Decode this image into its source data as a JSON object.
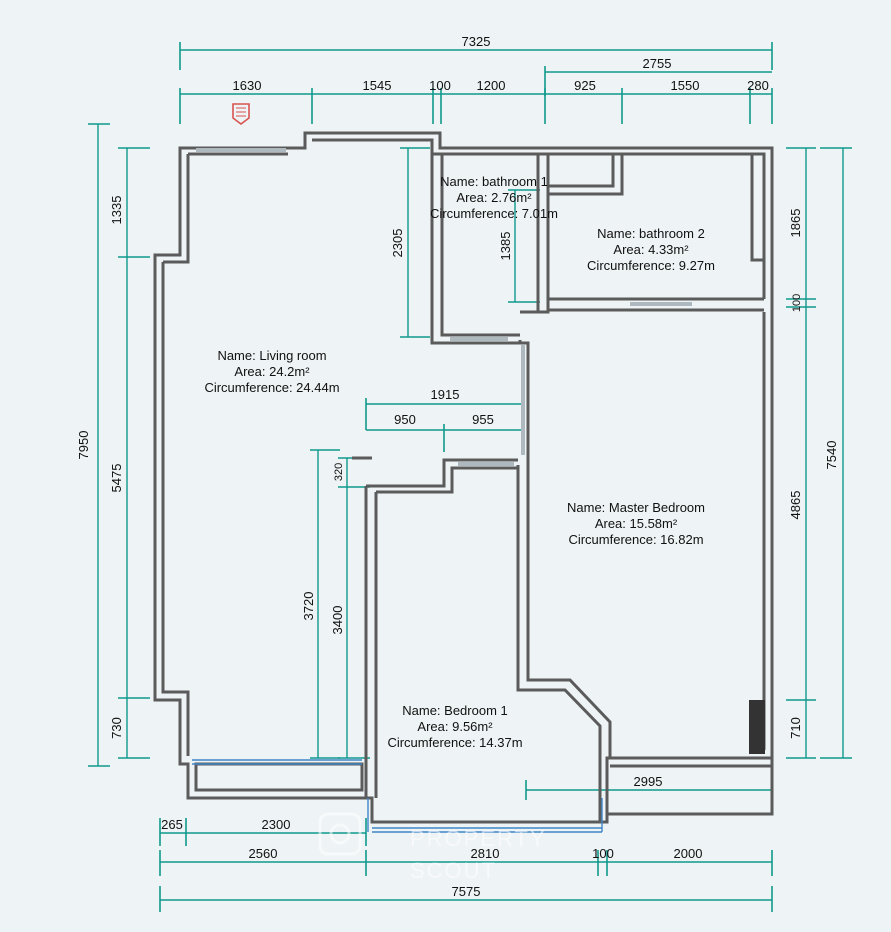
{
  "dimensions": {
    "top_total": "7325",
    "top_right_total": "2755",
    "top_segments": [
      "1630",
      "1545",
      "100",
      "1200",
      "925",
      "1550",
      "280"
    ],
    "bottom_row1": [
      "265",
      "2300"
    ],
    "bottom_row2": [
      "2560",
      "2810",
      "100",
      "2000"
    ],
    "bottom_total": "7575",
    "left_total": "7950",
    "left_segments": [
      "1335",
      "5475",
      "730"
    ],
    "right_total": "7540",
    "right_segments": [
      "1865",
      "100",
      "4865",
      "710"
    ],
    "living_height": "2305",
    "bathroom1_height": "1385",
    "corridor_width": "1915",
    "corridor_segments": [
      "950",
      "955"
    ],
    "bedroom_offset": "320",
    "living_lower": "3720",
    "bedroom_lower": "3400",
    "balcony_width": "2995"
  },
  "rooms": {
    "bathroom1": {
      "name": "Name: bathroom 1",
      "area": "Area: 2.76m²",
      "circ": "Circumference: 7.01m"
    },
    "bathroom2": {
      "name": "Name: bathroom 2",
      "area": "Area: 4.33m²",
      "circ": "Circumference: 9.27m"
    },
    "living": {
      "name": "Name: Living room",
      "area": "Area: 24.2m²",
      "circ": "Circumference: 24.44m"
    },
    "master": {
      "name": "Name: Master Bedroom",
      "area": "Area: 15.58m²",
      "circ": "Circumference: 16.82m"
    },
    "bedroom1": {
      "name": "Name: Bedroom 1",
      "area": "Area: 9.56m²",
      "circ": "Circumference: 14.37m"
    }
  },
  "watermark": {
    "line1": "PROPERTY",
    "line2": "SCOUT"
  },
  "colors": {
    "dimension": "#0f9a8c",
    "wall": "#5b5b5b",
    "background": "#eef3f5",
    "entrance": "#d9534f"
  },
  "icons": {
    "entrance": "entrance-arrow-icon",
    "watermark_logo": "property-scout-logo-icon"
  }
}
